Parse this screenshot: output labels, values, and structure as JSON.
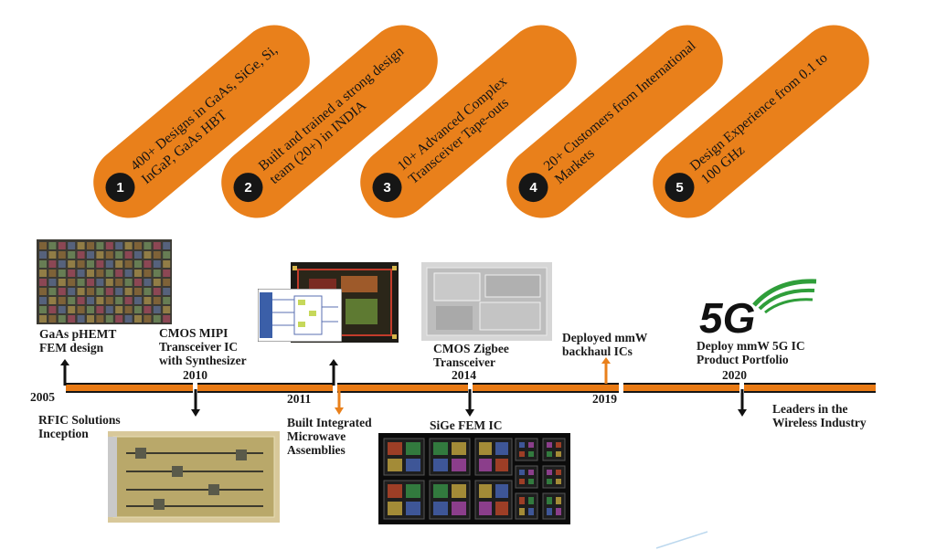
{
  "achievements": [
    {
      "number": "1",
      "text": "400+ Designs in GaAs, SiGe, Si, InGaP, GaAs HBT"
    },
    {
      "number": "2",
      "text": "Built and trained a strong design team (20+) in INDIA"
    },
    {
      "number": "3",
      "text": "10+ Advanced Complex Transceiver Tape-outs"
    },
    {
      "number": "4",
      "text": "20+ Customers from International Markets"
    },
    {
      "number": "5",
      "text": "Design Experience from 0.1 to 100 GHz"
    }
  ],
  "years": {
    "y2005": "2005",
    "y2010": "2010",
    "y2011": "2011",
    "y2014": "2014",
    "y2019": "2019",
    "y2020": "2020"
  },
  "milestones": {
    "gaas": [
      "GaAs pHEMT",
      "FEM design"
    ],
    "rfic": [
      "RFIC Solutions",
      "Inception"
    ],
    "cmos_mipi": [
      "CMOS MIPI",
      "Transceiver IC",
      "with Synthesizer"
    ],
    "integrated": [
      "Built Integrated",
      "Microwave",
      "Assemblies"
    ],
    "zigbee": [
      "CMOS Zigbee",
      "Transceiver"
    ],
    "sige": [
      "SiGe FEM IC"
    ],
    "mmw_backhaul": [
      "Deployed mmW",
      "backhaul ICs"
    ],
    "mmw_5g": [
      "Deploy mmW 5G IC",
      "Product Portfolio"
    ],
    "leaders": [
      "Leaders in the",
      "Wireless Industry"
    ]
  },
  "logo_text": "5G",
  "colors": {
    "orange": "#e9801b",
    "dark": "#161616",
    "green": "#2f9e3a"
  }
}
